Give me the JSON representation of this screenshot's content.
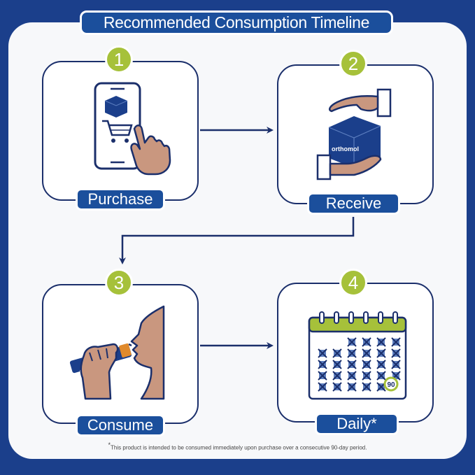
{
  "title": "Recommended Consumption Timeline",
  "steps": [
    {
      "number": "1",
      "label": "Purchase",
      "icon": "phone-cart-icon"
    },
    {
      "number": "2",
      "label": "Receive",
      "icon": "hands-box-icon"
    },
    {
      "number": "3",
      "label": "Consume",
      "icon": "drink-stick-icon"
    },
    {
      "number": "4",
      "label": "Daily*",
      "icon": "calendar-icon"
    }
  ],
  "brand": "orthomol",
  "calendar_badge": "90",
  "footnote_mark": "*",
  "footnote_text": "This product is intended to be consumed immediately upon purchase over a consecutive 90-day period.",
  "colors": {
    "navy": "#1b3f8b",
    "blue": "#1b4f9c",
    "green": "#a6c13a",
    "skin": "#c9977f",
    "outline": "#1b2f6b"
  }
}
